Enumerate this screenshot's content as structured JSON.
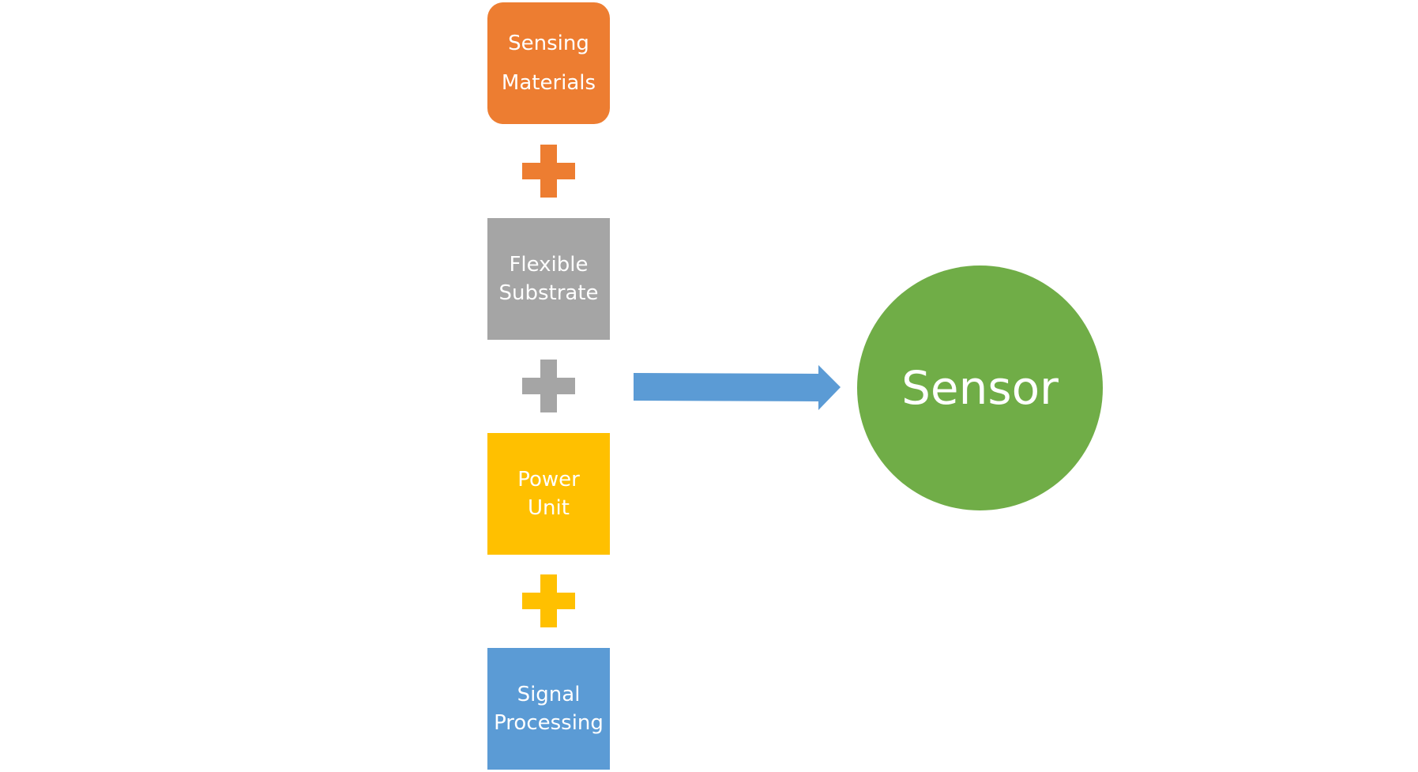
{
  "components": [
    {
      "lines": [
        "Sensing",
        "Materials"
      ],
      "color": "#ED7D31"
    },
    {
      "lines": [
        "Flexible",
        "Substrate"
      ],
      "color": "#A5A5A5"
    },
    {
      "lines": [
        "Power",
        "Unit"
      ],
      "color": "#FFC000"
    },
    {
      "lines": [
        "Signal",
        "Processing"
      ],
      "color": "#5B9BD5"
    }
  ],
  "operators": [
    {
      "symbol": "plus-icon",
      "color": "#ED7D31"
    },
    {
      "symbol": "plus-icon",
      "color": "#A5A5A5"
    },
    {
      "symbol": "plus-icon",
      "color": "#FFC000"
    }
  ],
  "arrow": {
    "icon": "right-arrow-icon",
    "color": "#5B9BD5"
  },
  "result": {
    "label": "Sensor",
    "color": "#70AD47"
  }
}
